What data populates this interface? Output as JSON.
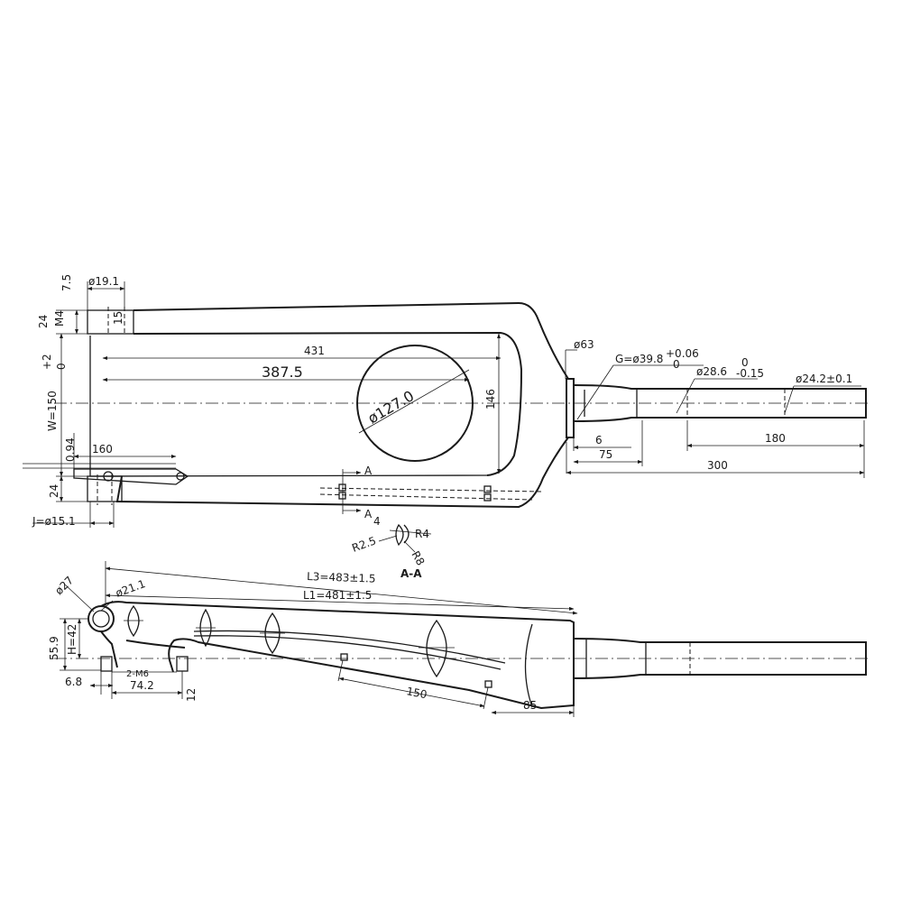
{
  "drawing": {
    "top_view": {
      "dim_7_5": "7.5",
      "dim_d19_1": "ø19.1",
      "dim_24_top": "24",
      "dim_m4": "M4",
      "dim_15": "15",
      "dim_431": "431",
      "dim_387_5": "387.5",
      "dim_d127": "ø127.0",
      "dim_146": "146",
      "dim_w": "W=150",
      "dim_w_tol_upper": "+2",
      "dim_w_tol_lower": "0",
      "dim_0_94": "0.94",
      "dim_160": "160",
      "dim_24_bottom": "24",
      "dim_j": "J=ø15.1",
      "dim_d63": "ø63",
      "dim_g": "G=ø39.8",
      "dim_g_tol_upper": "+0.06",
      "dim_g_tol_lower": "0",
      "dim_d28_6": "ø28.6",
      "dim_d28_6_tol_upper": "0",
      "dim_d28_6_tol_lower": "-0.15",
      "dim_d24_2": "ø24.2±0.1",
      "dim_6": "6",
      "dim_75": "75",
      "dim_180": "180",
      "dim_300": "300"
    },
    "section": {
      "marker_top": "A",
      "marker_bottom": "A",
      "dim_4": "4",
      "dim_r2_5": "R2.5",
      "dim_r4": "R4",
      "dim_r8": "R8",
      "label": "A-A"
    },
    "side_view": {
      "dim_d27": "ø27",
      "dim_d21_1": "ø21.1",
      "dim_l3": "L3=483±1.5",
      "dim_l1": "L1=481±1.5",
      "dim_55_9": "55.9",
      "dim_h": "H=42",
      "dim_2m6": "2-M6",
      "dim_6_8": "6.8",
      "dim_74_2": "74.2",
      "dim_12": "12",
      "dim_150": "150",
      "dim_85": "85"
    }
  }
}
